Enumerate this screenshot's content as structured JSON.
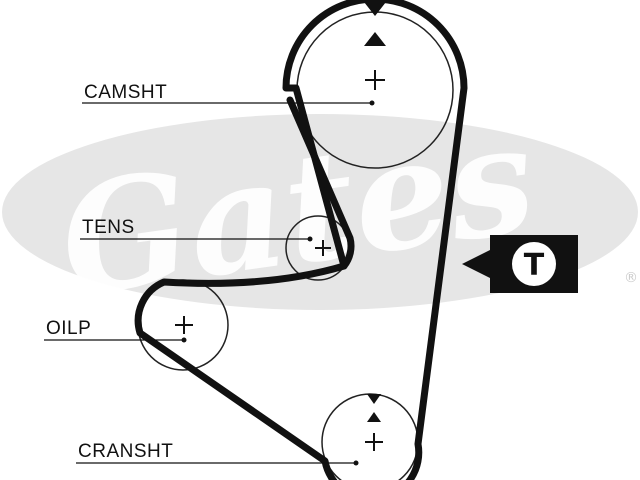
{
  "logo": {
    "text": "Gates",
    "registered_mark": "®",
    "color": "#e4e4e4"
  },
  "labels": {
    "camshaft": "CAMSHT",
    "tensioner": "TENS",
    "oil_pump": "OILP",
    "crankshaft": "CRANSHT"
  },
  "tensioner_box": {
    "letter": "T"
  },
  "colors": {
    "belt": "#111111",
    "pulley_outline": "#222222",
    "background": "#ffffff"
  }
}
